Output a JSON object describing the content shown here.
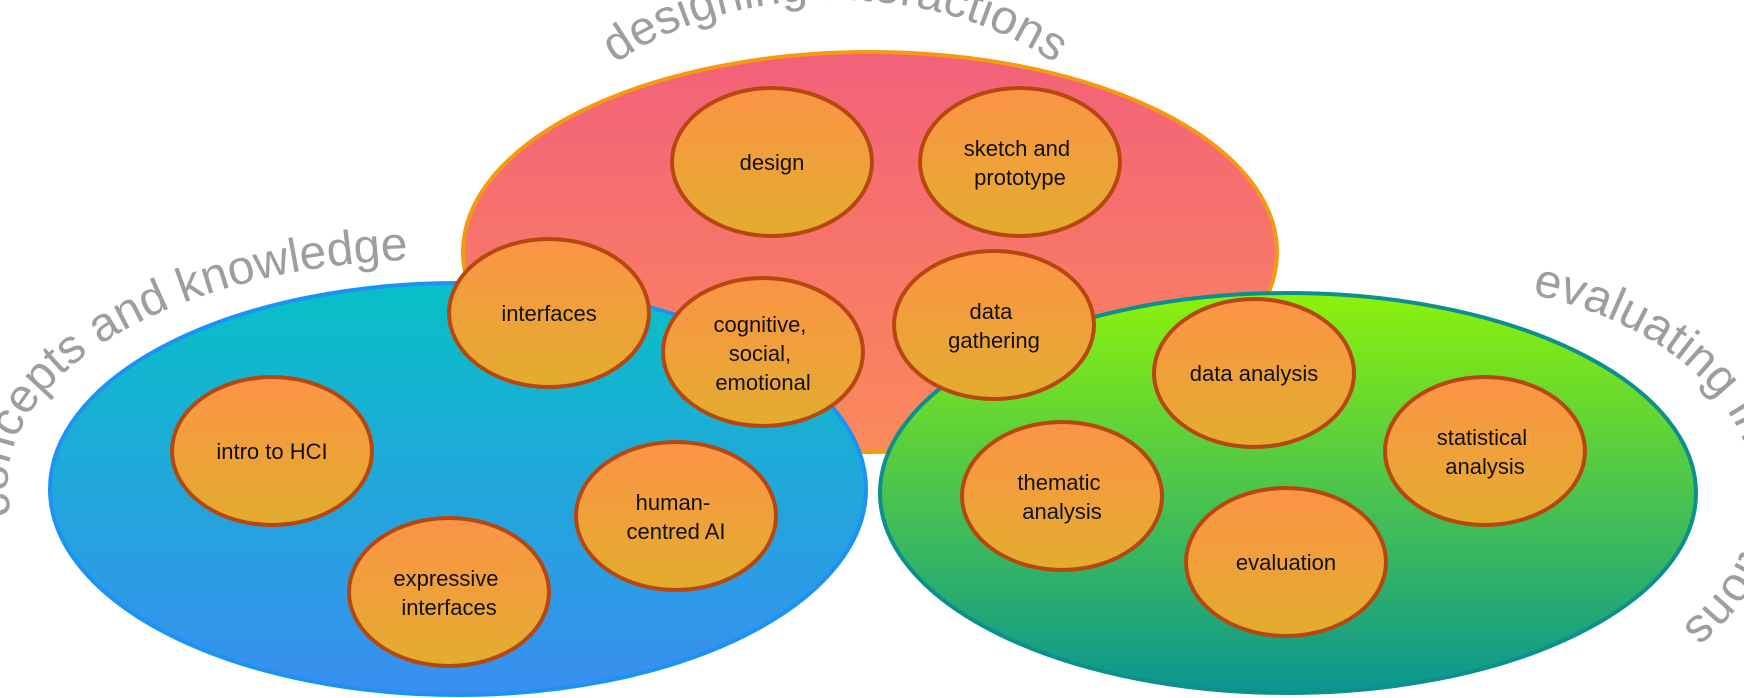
{
  "groups": {
    "design": {
      "label": "designing interactions"
    },
    "concepts": {
      "label": "concepts and knowledge"
    },
    "evaluation": {
      "label": "evaluating interactions"
    }
  },
  "topics": [
    {
      "id": "design",
      "lines": [
        "design"
      ]
    },
    {
      "id": "sketch",
      "lines": [
        "sketch and",
        "prototype"
      ]
    },
    {
      "id": "interfaces",
      "lines": [
        "interfaces"
      ]
    },
    {
      "id": "cognitive",
      "lines": [
        "cognitive,",
        "social,",
        "emotional"
      ]
    },
    {
      "id": "data-gathering",
      "lines": [
        "data",
        "gathering"
      ]
    },
    {
      "id": "intro-hci",
      "lines": [
        "intro to HCI"
      ]
    },
    {
      "id": "human-ai",
      "lines": [
        "human-",
        "centred AI"
      ]
    },
    {
      "id": "expressive",
      "lines": [
        "expressive",
        "interfaces"
      ]
    },
    {
      "id": "data-analysis",
      "lines": [
        "data analysis"
      ]
    },
    {
      "id": "thematic",
      "lines": [
        "thematic",
        "analysis"
      ]
    },
    {
      "id": "statistical",
      "lines": [
        "statistical",
        "analysis"
      ]
    },
    {
      "id": "evaluation",
      "lines": [
        "evaluation"
      ]
    }
  ],
  "colors": {
    "design_top": "#f2617a",
    "design_bottom": "#fb8a5a",
    "design_stroke": "#f59a0f",
    "concepts_top": "#08c0c6",
    "concepts_bottom": "#3a8ef0",
    "concepts_stroke": "#1a93f5",
    "eval_top": "#8cf20a",
    "eval_bottom": "#0a9690",
    "eval_stroke": "#0b8f8f",
    "topic_top": "#fc9446",
    "topic_bottom": "#e2ad2e"
  }
}
